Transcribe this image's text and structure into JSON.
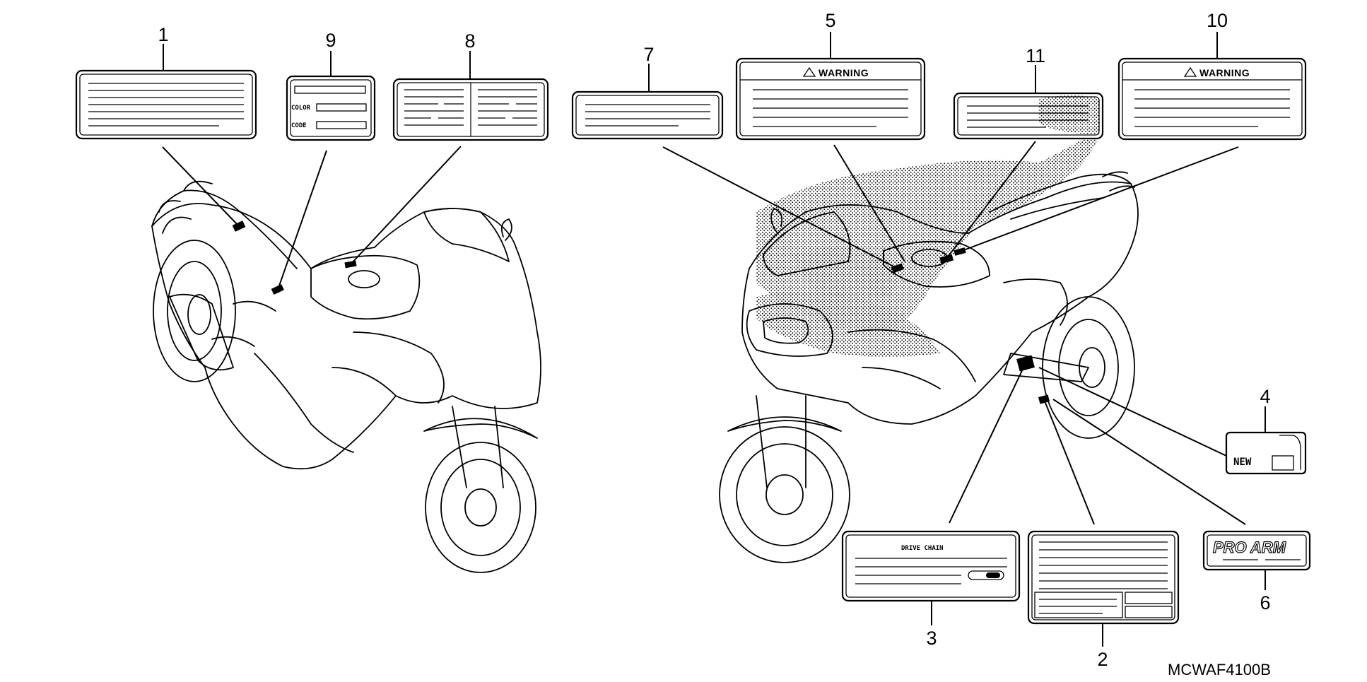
{
  "callouts": [
    "1",
    "9",
    "8",
    "7",
    "5",
    "11",
    "10",
    "4",
    "3",
    "2",
    "6"
  ],
  "label_texts": {
    "warning_5": "WARNING",
    "warning_10": "WARNING",
    "color": "COLOR",
    "code": "CODE",
    "drive_chain": "DRIVE CHAIN",
    "new": "NEW",
    "pro_arm": "PRO ARM"
  },
  "diagram_code": "MCWAF4100B"
}
